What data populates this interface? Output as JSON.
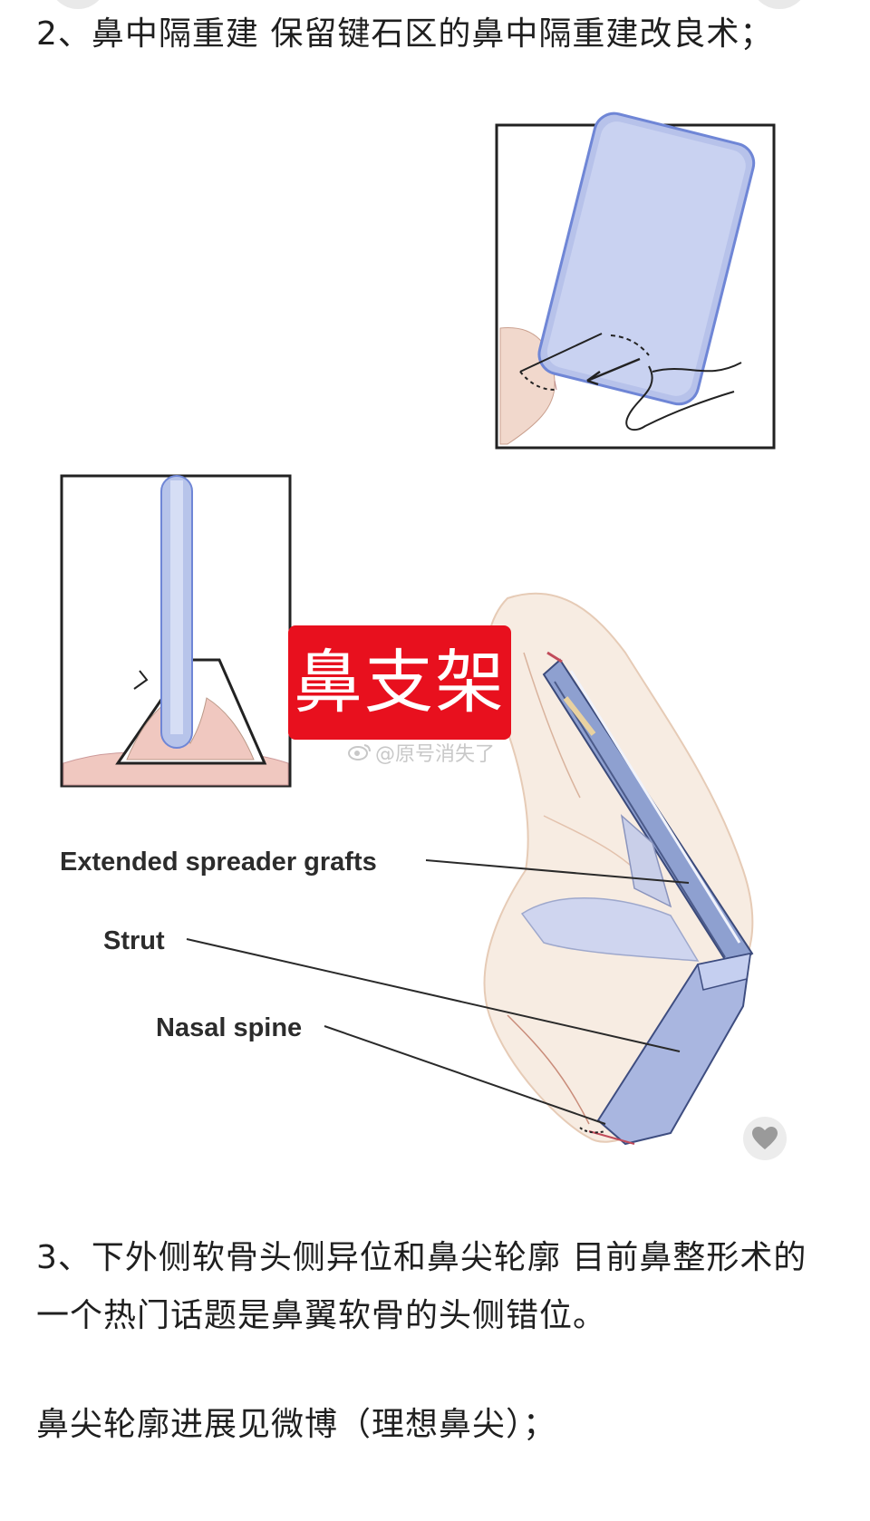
{
  "paragraphs": {
    "p1": "2、鼻中隔重建 保留键石区的鼻中隔重建改良术；",
    "p2": "3、下外侧软骨头侧异位和鼻尖轮廓 目前鼻整形术的一个热门话题是鼻翼软骨的头侧错位。",
    "p3": "鼻尖轮廓进展见微博（理想鼻尖）；"
  },
  "figure": {
    "badge": "鼻支架",
    "watermark": "@原号消失了",
    "labels": {
      "spreader": "Extended spreader grafts",
      "strut": "Strut",
      "spine": "Nasal spine"
    }
  },
  "icons": {
    "like": "heart-icon",
    "weibo": "weibo-logo-icon"
  },
  "colors": {
    "badge": "#e8101e",
    "graft": "#b9c6ea",
    "skin": "#f3e4d6"
  }
}
